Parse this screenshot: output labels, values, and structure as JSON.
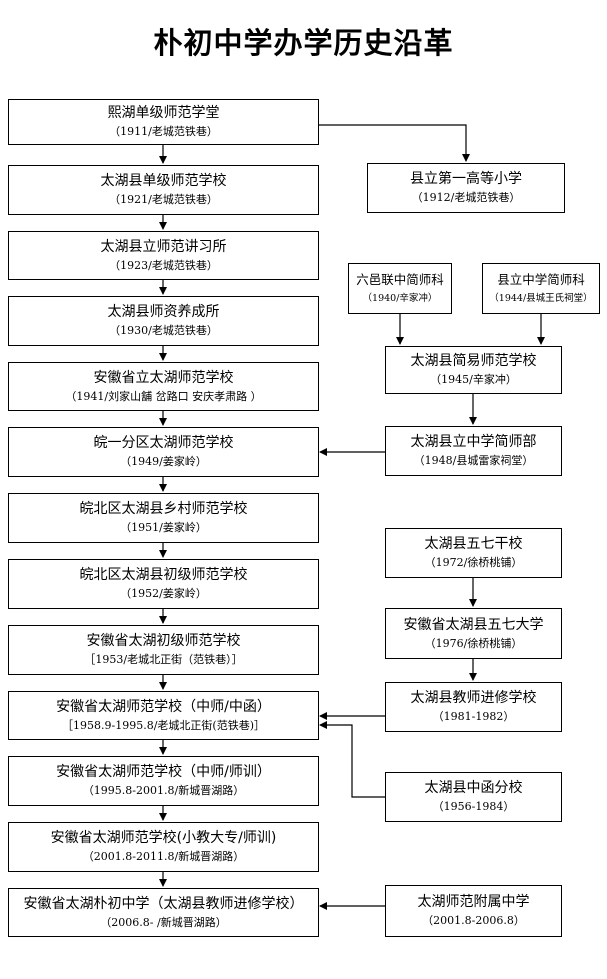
{
  "title": "朴初中学办学历史沿革",
  "main": [
    {
      "name": "熙湖单级师范学堂",
      "sub": "（1911/老城范铁巷）"
    },
    {
      "name": "太湖县单级师范学校",
      "sub": "（1921/老城范铁巷）"
    },
    {
      "name": "太湖县立师范讲习所",
      "sub": "（1923/老城范铁巷）"
    },
    {
      "name": "太湖县师资养成所",
      "sub": "（1930/老城范铁巷）"
    },
    {
      "name": "安徽省立太湖师范学校",
      "sub": "（1941/刘家山舖 岔路口 安庆孝肃路 ）"
    },
    {
      "name": "皖一分区太湖师范学校",
      "sub": "（1949/姜家岭）"
    },
    {
      "name": "皖北区太湖县乡村师范学校",
      "sub": "（1951/姜家岭）"
    },
    {
      "name": "皖北区太湖县初级师范学校",
      "sub": "（1952/姜家岭）"
    },
    {
      "name": "安徽省太湖初级师范学校",
      "sub": "［1953/老城北正街（范铁巷）］"
    },
    {
      "name": "安徽省太湖师范学校（中师/中函）",
      "sub": "［1958.9-1995.8/老城北正街(范铁巷)］"
    },
    {
      "name": "安徽省太湖师范学校（中师/师训）",
      "sub": "（1995.8-2001.8/新城晋湖路）"
    },
    {
      "name": "安徽省太湖师范学校(小教大专/师训)",
      "sub": "（2001.8-2011.8/新城晋湖路）"
    },
    {
      "name": "安徽省太湖朴初中学（太湖县教师进修学校）",
      "sub": "（2006.8- /新城晋湖路）"
    }
  ],
  "side": {
    "xianli_primary": {
      "name": "县立第一高等小学",
      "sub": "（1912/老城范铁巷）"
    },
    "liuyi": {
      "name": "六邑联中简师科",
      "sub": "（1940/辛家冲）"
    },
    "xianli_middle": {
      "name": "县立中学简师科",
      "sub": "（1944/县城王氏祠堂）"
    },
    "jianyi": {
      "name": "太湖县简易师范学校",
      "sub": "（1945/辛家冲）"
    },
    "jianshi": {
      "name": "太湖县立中学简师部",
      "sub": "（1948/县城雷家祠堂）"
    },
    "wuqi_ganxiao": {
      "name": "太湖县五七干校",
      "sub": "（1972/徐桥桃铺）"
    },
    "wuqi_daxue": {
      "name": "安徽省太湖县五七大学",
      "sub": "（1976/徐桥桃铺）"
    },
    "jinxiu": {
      "name": "太湖县教师进修学校",
      "sub": "（1981-1982）"
    },
    "zhonghan": {
      "name": "太湖县中函分校",
      "sub": "（1956-1984）"
    },
    "fushu": {
      "name": "太湖师范附属中学",
      "sub": "（2001.8-2006.8）"
    }
  }
}
